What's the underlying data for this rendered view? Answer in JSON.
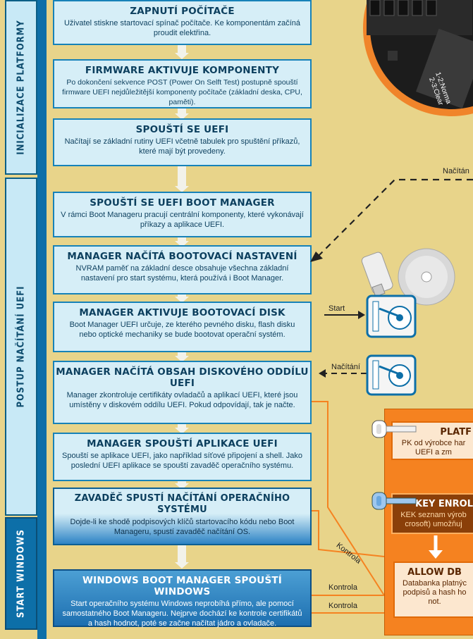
{
  "sidebar": {
    "platform_init": "INICIALIZACE PLATFORMY",
    "uefi_boot": "POSTUP NAČÍTÁNÍ UEFI",
    "start_windows": "START WINDOWS"
  },
  "steps": [
    {
      "title": "ZAPNUTÍ POČÍTAČE",
      "desc": "Uživatel stiskne startovací spínač počítače. Ke komponentám začíná proudit elektřina."
    },
    {
      "title": "FIRMWARE AKTIVUJE KOMPONENTY",
      "desc": "Po dokončení sekvence POST (Power On Selft Test) postupně spouští firmware UEFI nejdůležitější komponenty počítače (základní deska, CPU, paměti)."
    },
    {
      "title": "SPOUŠTÍ SE UEFI",
      "desc": "Načítají se základní rutiny UEFI včetně tabulek pro spuštění příkazů, které mají být provedeny."
    },
    {
      "title": "SPOUŠTÍ SE UEFI BOOT MANAGER",
      "desc": "V rámci Boot Manageru pracují centrální komponenty, které vykonávají příkazy a aplikace UEFI."
    },
    {
      "title": "MANAGER NAČÍTÁ BOOTOVACÍ NASTAVENÍ",
      "desc": "NVRAM paměť na základní desce obsahuje všechna základní nastavení pro start systému, která používá i Boot Manager."
    },
    {
      "title": "MANAGER AKTIVUJE BOOTOVACÍ DISK",
      "desc": "Boot Manager UEFI určuje, ze kterého pevného disku, flash disku nebo optické mechaniky se bude bootovat operační systém."
    },
    {
      "title": "MANAGER NAČÍTÁ OBSAH DISKOVÉHO ODDÍLU UEFI",
      "desc": "Manager zkontroluje certifikáty ovladačů a aplikací UEFI, které jsou umístěny v diskovém oddílu UEFI. Pokud odpovídají, tak je načte."
    },
    {
      "title": "MANAGER SPOUŠTÍ APLIKACE UEFI",
      "desc": "Spouští se aplikace UEFI, jako například síťové připojení a shell. Jako poslední UEFI aplikace se spouští zavaděč operačního systému."
    },
    {
      "title": "ZAVADĚČ SPUSTÍ NAČÍTÁNÍ OPERAČNÍHO SYSTÉMU",
      "desc": "Dojde-li ke shodě podpisových klíčů startovacího kódu nebo Boot Manageru, spustí zavaděč načítání OS."
    },
    {
      "title": "WINDOWS BOOT MANAGER SPOUŠTÍ WINDOWS",
      "desc": "Start operačního systému Windows neprobíhá přímo, ale pomocí samostatného Boot Manageru. Nejprve dochází ke kontrole certifikátů a hash hodnot, poté se začne načítat jádro a ovladače."
    }
  ],
  "labels": {
    "nacitani_top": "Načítán",
    "start": "Start",
    "nacitani": "Načítání",
    "kontrola_diag": "Kontrola",
    "kontrola1": "Kontrola",
    "kontrola2": "Kontrola"
  },
  "motherboard": {
    "text1": "1-2:Norma",
    "text2": "2-3:Clear"
  },
  "keys": [
    {
      "title": "PLATF",
      "desc": "PK od výrobce har UEFI a zm"
    },
    {
      "title": "KEY ENROL",
      "desc": "KEK seznam výrob crosoft) umožňuj"
    },
    {
      "title": "ALLOW DB",
      "desc": "Databanka platnýc podpisů a hash ho not."
    }
  ],
  "colors": {
    "bg": "#e8d48a",
    "accent_blue": "#1782b8",
    "orange": "#f58220"
  }
}
